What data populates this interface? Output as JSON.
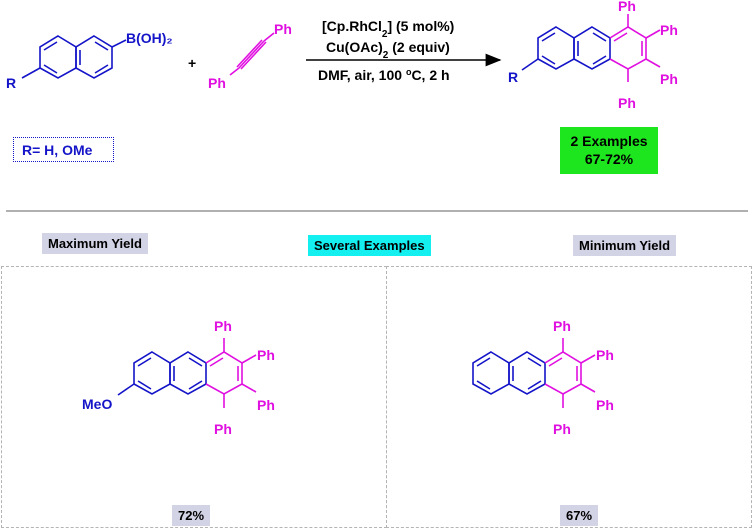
{
  "reaction": {
    "reactant1_label": "B(OH)₂",
    "r_group": "R",
    "plus": "+",
    "ph_top": "Ph",
    "ph_bottom": "Ph",
    "conditions": {
      "line1_a": "[Cp.RhCl",
      "line1_sub": "2",
      "line1_b": "] (5 mol%)",
      "line2_a": "Cu(OAc)",
      "line2_sub": "2",
      "line2_b": " (2 equiv)",
      "line3_a": "DMF, air, 100 ",
      "line3_sup": "o",
      "line3_b": "C, 2 h"
    },
    "product_r": "R",
    "product_ph": [
      "Ph",
      "Ph",
      "Ph",
      "Ph"
    ]
  },
  "r_box": "R= H, OMe",
  "examples_box": {
    "line1": "2 Examples",
    "line2": "67-72%"
  },
  "tags": {
    "max": "Maximum Yield",
    "several": "Several Examples",
    "min": "Minimum Yield"
  },
  "left_product": {
    "substituent": "MeO",
    "ph": [
      "Ph",
      "Ph",
      "Ph",
      "Ph"
    ],
    "yield": "72%"
  },
  "right_product": {
    "ph": [
      "Ph",
      "Ph",
      "Ph",
      "Ph"
    ],
    "yield": "67%"
  },
  "colors": {
    "blue": "#1414c8",
    "magenta": "#e010e0",
    "green": "#1ee61e",
    "cyan": "#14f0f0",
    "tag": "#d3d3e6"
  }
}
